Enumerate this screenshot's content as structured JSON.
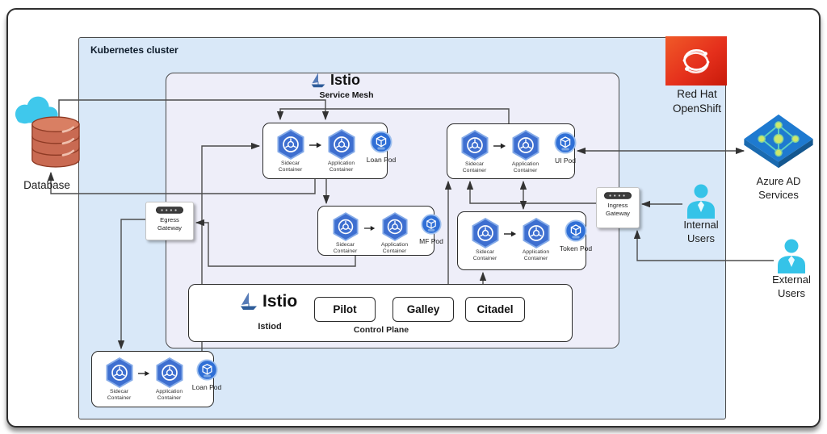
{
  "cluster": {
    "label": "Kubernetes cluster"
  },
  "mesh": {
    "title": "Istio",
    "subtitle": "Service Mesh"
  },
  "pods": [
    {
      "id": "loan-mesh",
      "name": "Loan  Pod",
      "containers": [
        "Sidecar Container",
        "Application Container"
      ]
    },
    {
      "id": "ui",
      "name": "UI Pod",
      "containers": [
        "Sidecar Container",
        "Application Container"
      ]
    },
    {
      "id": "mf",
      "name": "MF Pod",
      "containers": [
        "Sidecar Container",
        "Application Container"
      ]
    },
    {
      "id": "token",
      "name": "Token Pod",
      "containers": [
        "Sidecar Container",
        "Application Container"
      ]
    },
    {
      "id": "loan-bottom",
      "name": "Loan  Pod",
      "containers": [
        "Sidecar Container",
        "Application Container"
      ]
    }
  ],
  "gateways": {
    "egress": {
      "label": "Egress Gateway"
    },
    "ingress": {
      "label": "Ingress Gateway"
    }
  },
  "control_plane": {
    "title": "Istio",
    "label": "Istiod",
    "caption": "Control Plane",
    "components": [
      "Pilot",
      "Galley",
      "Citadel"
    ]
  },
  "external": {
    "database": "Database",
    "redhat": "Red Hat OpenShift",
    "azure": "Azure AD Services",
    "internal_users": "Internal Users",
    "external_users": "External Users"
  },
  "colors": {
    "cluster_fill": "#d9e8f8",
    "mesh_fill": "#eeeef9",
    "container_hex_blue": "#3e6fd0",
    "pod_badge_blue": "#2f6fd6",
    "connector_line": "#4d4d4d",
    "redhat_red": "#e5301c",
    "azure_blue": "#1e7ad0",
    "user_cyan": "#35c3e8",
    "database_red": "#c96a52"
  }
}
